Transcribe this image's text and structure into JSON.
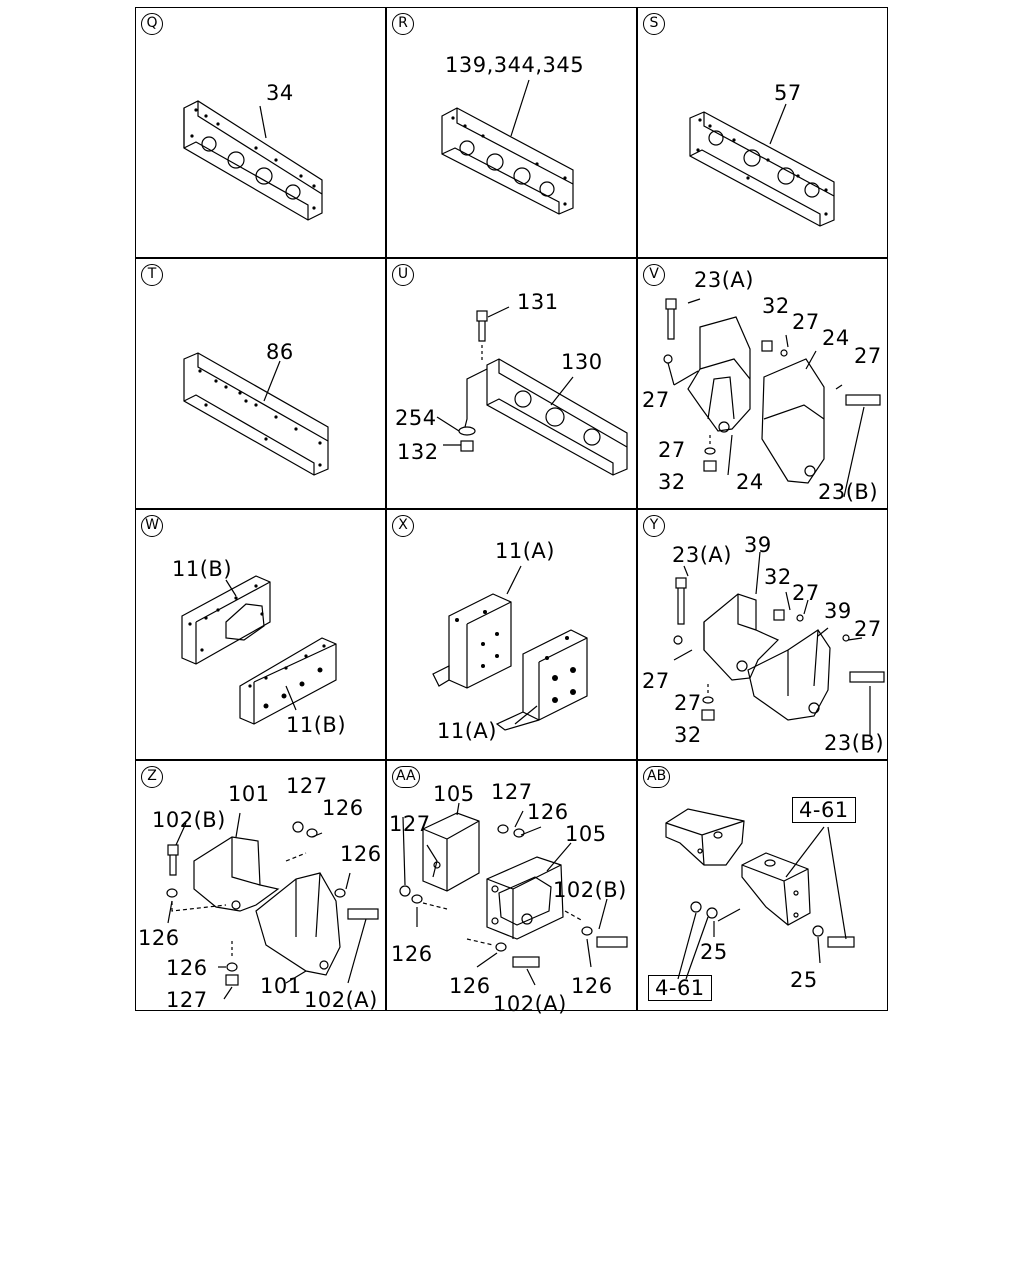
{
  "panels": [
    {
      "id": "Q",
      "labels": [
        "34"
      ]
    },
    {
      "id": "R",
      "labels": [
        "139,344,345"
      ]
    },
    {
      "id": "S",
      "labels": [
        "57"
      ]
    },
    {
      "id": "T",
      "labels": [
        "86"
      ]
    },
    {
      "id": "U",
      "labels": [
        "131",
        "130",
        "254",
        "132"
      ]
    },
    {
      "id": "V",
      "labels": [
        "23(A)",
        "32",
        "27",
        "24",
        "27",
        "27",
        "27",
        "24",
        "32",
        "23(B)"
      ]
    },
    {
      "id": "W",
      "labels": [
        "11(B)",
        "11(B)"
      ]
    },
    {
      "id": "X",
      "labels": [
        "11(A)",
        "11(A)"
      ]
    },
    {
      "id": "Y",
      "labels": [
        "23(A)",
        "39",
        "32",
        "27",
        "39",
        "27",
        "27",
        "27",
        "32",
        "23(B)"
      ]
    },
    {
      "id": "Z",
      "labels": [
        "101",
        "127",
        "102(B)",
        "126",
        "126",
        "126",
        "126",
        "127",
        "101",
        "102(A)"
      ]
    },
    {
      "id": "AA",
      "labels": [
        "105",
        "127",
        "127",
        "126",
        "105",
        "102(B)",
        "126",
        "126",
        "102(A)",
        "126"
      ]
    },
    {
      "id": "AB",
      "labels": [
        "4-61",
        "25",
        "25",
        "4-61"
      ]
    }
  ]
}
